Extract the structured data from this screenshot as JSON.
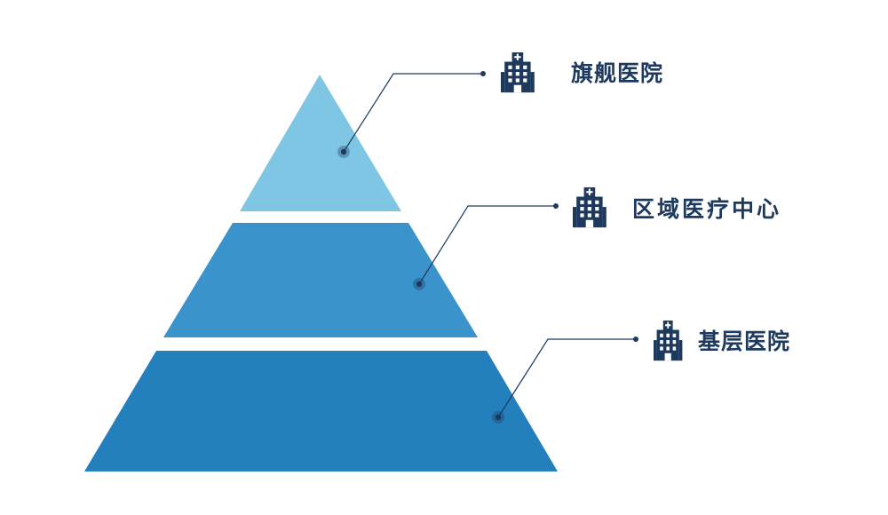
{
  "colors": {
    "tier_top": "#7ec6e4",
    "tier_mid": "#3b93cb",
    "tier_bottom": "#247fbd",
    "icon_and_text": "#1d3a5e",
    "connector": "#1d3a5e",
    "background": "#ffffff"
  },
  "tiers": [
    {
      "label": "旗舰医院",
      "icon": "hospital-building-icon"
    },
    {
      "label": "区域医疗中心",
      "icon": "hospital-building-icon"
    },
    {
      "label": "基层医院",
      "icon": "hospital-building-icon"
    }
  ]
}
